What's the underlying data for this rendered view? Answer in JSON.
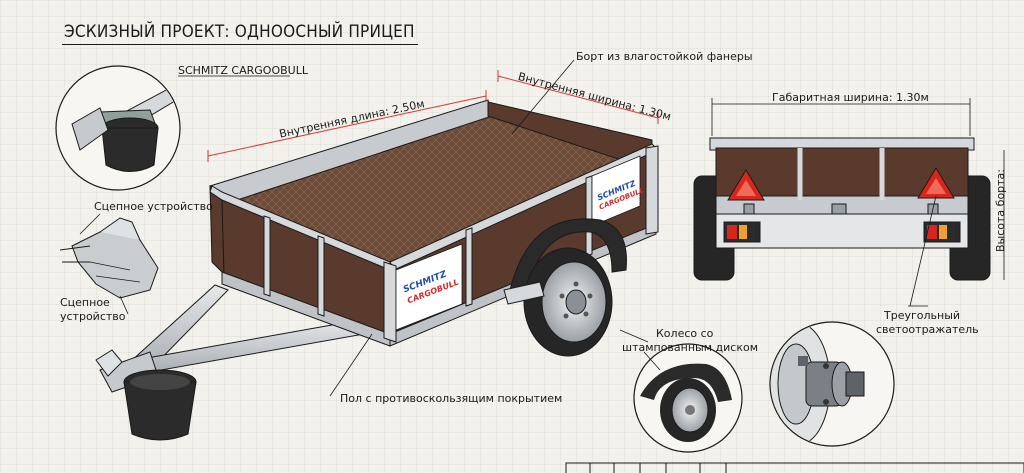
{
  "title": "ЭСКИЗНЫЙ ПРОЕКТ: ОДНООСНЫЙ ПРИЦЕП",
  "labels": {
    "brand_callout": "SCHMITZ CARGOOBULL",
    "side_board": "Борт из влагостойкой фанеры",
    "inner_width": "Внутренняя ширина: 1.30м",
    "inner_length": "Внутренняя длина: 2.50м",
    "overall_width": "Габаритная ширина: 1.30м",
    "board_height": "Высота борта:",
    "coupling_1": "Сцепное устройство",
    "coupling_2_line1": "Сцепное",
    "coupling_2_line2": "устройство",
    "floor": "Пол с противоскользящим покрытием",
    "wheel_line1": "Колесо со",
    "wheel_line2": "штампованным диском",
    "reflector_line1": "Треугольный",
    "reflector_line2": "светоотражатель"
  },
  "decal": {
    "line1": "SCHMITZ",
    "line2": "CARGOBULL"
  },
  "colors": {
    "ink": "#1a1a1a",
    "frame": "#c7cbcf",
    "panel": "#5a3a2c",
    "floor": "#6b4a38",
    "dimension": "#d23a3a",
    "tire": "#262626",
    "reflector": "#d9261c",
    "brand_blue": "#1f4fa3",
    "brand_red": "#d12a2a"
  }
}
